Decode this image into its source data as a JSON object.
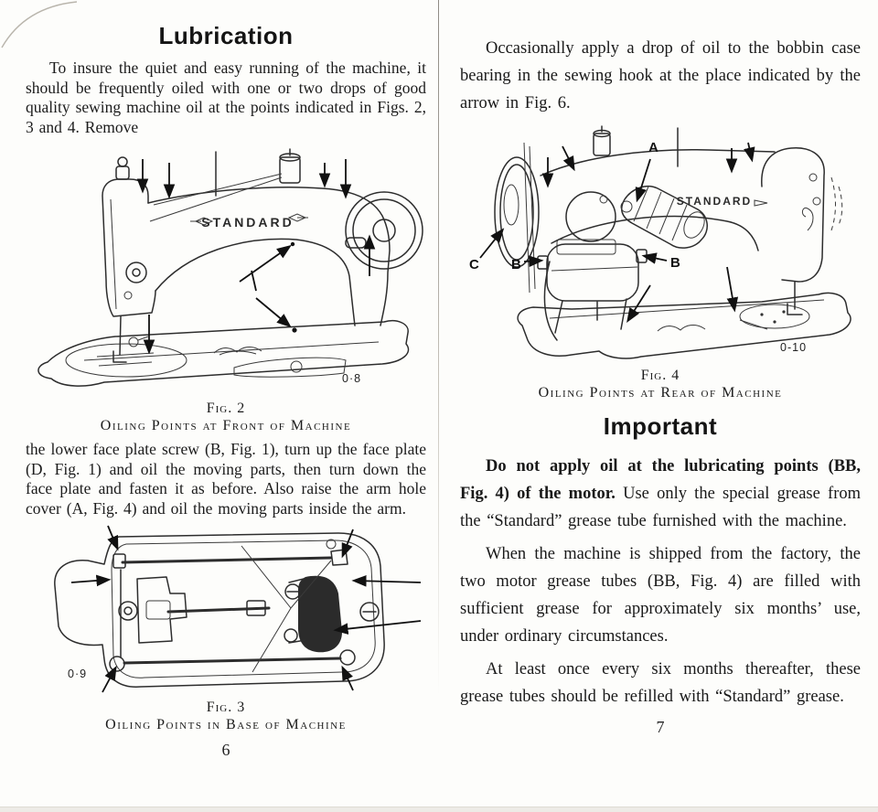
{
  "theme": {
    "paper_color": "#fdfdfb",
    "ink_color": "#1c1c1c",
    "gutter_color": "#8f8b84"
  },
  "left_page": {
    "heading": "Lubrication",
    "para_intro": "To insure the quiet and easy running of the machine, it should be frequently oiled with one or two drops of good quality sewing machine oil at the points indicated in Figs. 2, 3 and 4.  Remove",
    "fig2": {
      "caption_fig": "Fig. 2",
      "caption_title": "Oiling Points at Front of Machine",
      "brand_label": "STANDARD",
      "plate_number": "0·8"
    },
    "para_faceplate": "the lower face plate screw (B, Fig. 1), turn up the face plate (D, Fig. 1) and oil the moving parts, then turn down the face plate and fasten it as before.  Also raise the arm hole cover (A, Fig. 4) and oil the moving parts inside the arm.",
    "fig3": {
      "caption_fig": "Fig. 3",
      "caption_title": "Oiling Points in Base of Machine",
      "plate_number": "0·9"
    },
    "page_number": "6"
  },
  "right_page": {
    "para_bobbin": "Occasionally apply a drop of oil to the bobbin case bearing in the sewing hook at the place indicated by the arrow in Fig. 6.",
    "fig4": {
      "caption_fig": "Fig. 4",
      "caption_title": "Oiling Points at Rear of Machine",
      "brand_label": "STANDARD",
      "plate_number": "0-10",
      "labels": {
        "a": "A",
        "b_left": "B",
        "b_right": "B",
        "c": "C"
      }
    },
    "heading": "Important",
    "para_warning_bold": "Do not apply oil at the lubricating points (BB, Fig. 4) of the motor.",
    "para_warning_rest": "  Use only the special grease from the “Standard” grease tube furnished with the machine.",
    "para_factory": "When the machine is shipped from the factory, the two motor grease tubes (BB, Fig. 4) are filled with sufficient grease for approximately six months’ use, under ordinary circumstances.",
    "para_refill": "At least once every six months thereafter, these grease tubes should be refilled with “Standard” grease.",
    "page_number": "7"
  }
}
